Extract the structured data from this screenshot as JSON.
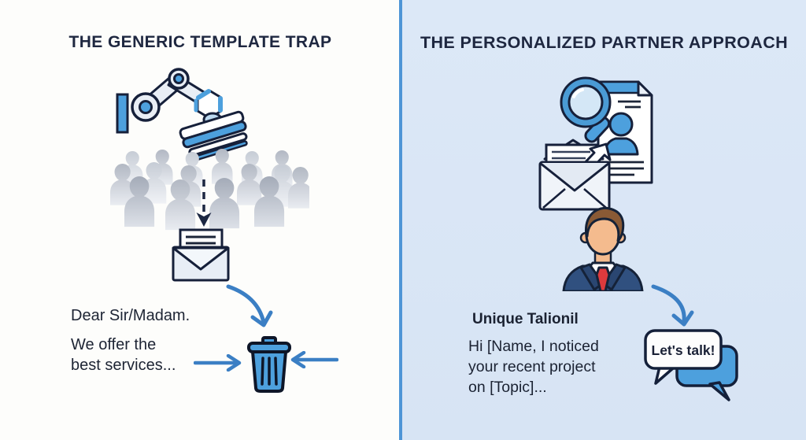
{
  "left_panel": {
    "title": "THE GENERIC TEMPLATE TRAP",
    "greeting": "Dear Sir/Madam.",
    "body": [
      "We offer the",
      "best services..."
    ],
    "icons": [
      "robot-arm-stamp-icon",
      "crowd-icon",
      "down-dashed-arrow-icon",
      "open-envelope-icon",
      "curved-arrow-icon",
      "trash-can-icon",
      "arrow-right-icon",
      "arrow-left-icon"
    ]
  },
  "right_panel": {
    "title": "THE PERSONALIZED PARTNER APPROACH",
    "label": "Unique Talionil",
    "body": [
      "Hi [Name, I noticed",
      "your recent project",
      "on [Topic]..."
    ],
    "speech_bubble": "Let's talk!",
    "icons": [
      "magnifying-glass-icon",
      "profile-document-icon",
      "reply-envelope-icon",
      "person-avatar-icon",
      "curved-arrow-icon",
      "chat-bubbles-icon"
    ]
  },
  "colors": {
    "left_bg": "#fdfdfb",
    "right_bg": "#dce8f7",
    "divider_blue": "#4e95d6",
    "accent_blue": "#3b7fc4",
    "icon_blue": "#4da0dd",
    "dark_navy": "#16203a",
    "crowd_gray": "#b2b8c3",
    "skin": "#f4bb8e",
    "hair_brown": "#8a5a35",
    "suit_navy": "#30507f",
    "tie_red": "#dd3a3d"
  }
}
